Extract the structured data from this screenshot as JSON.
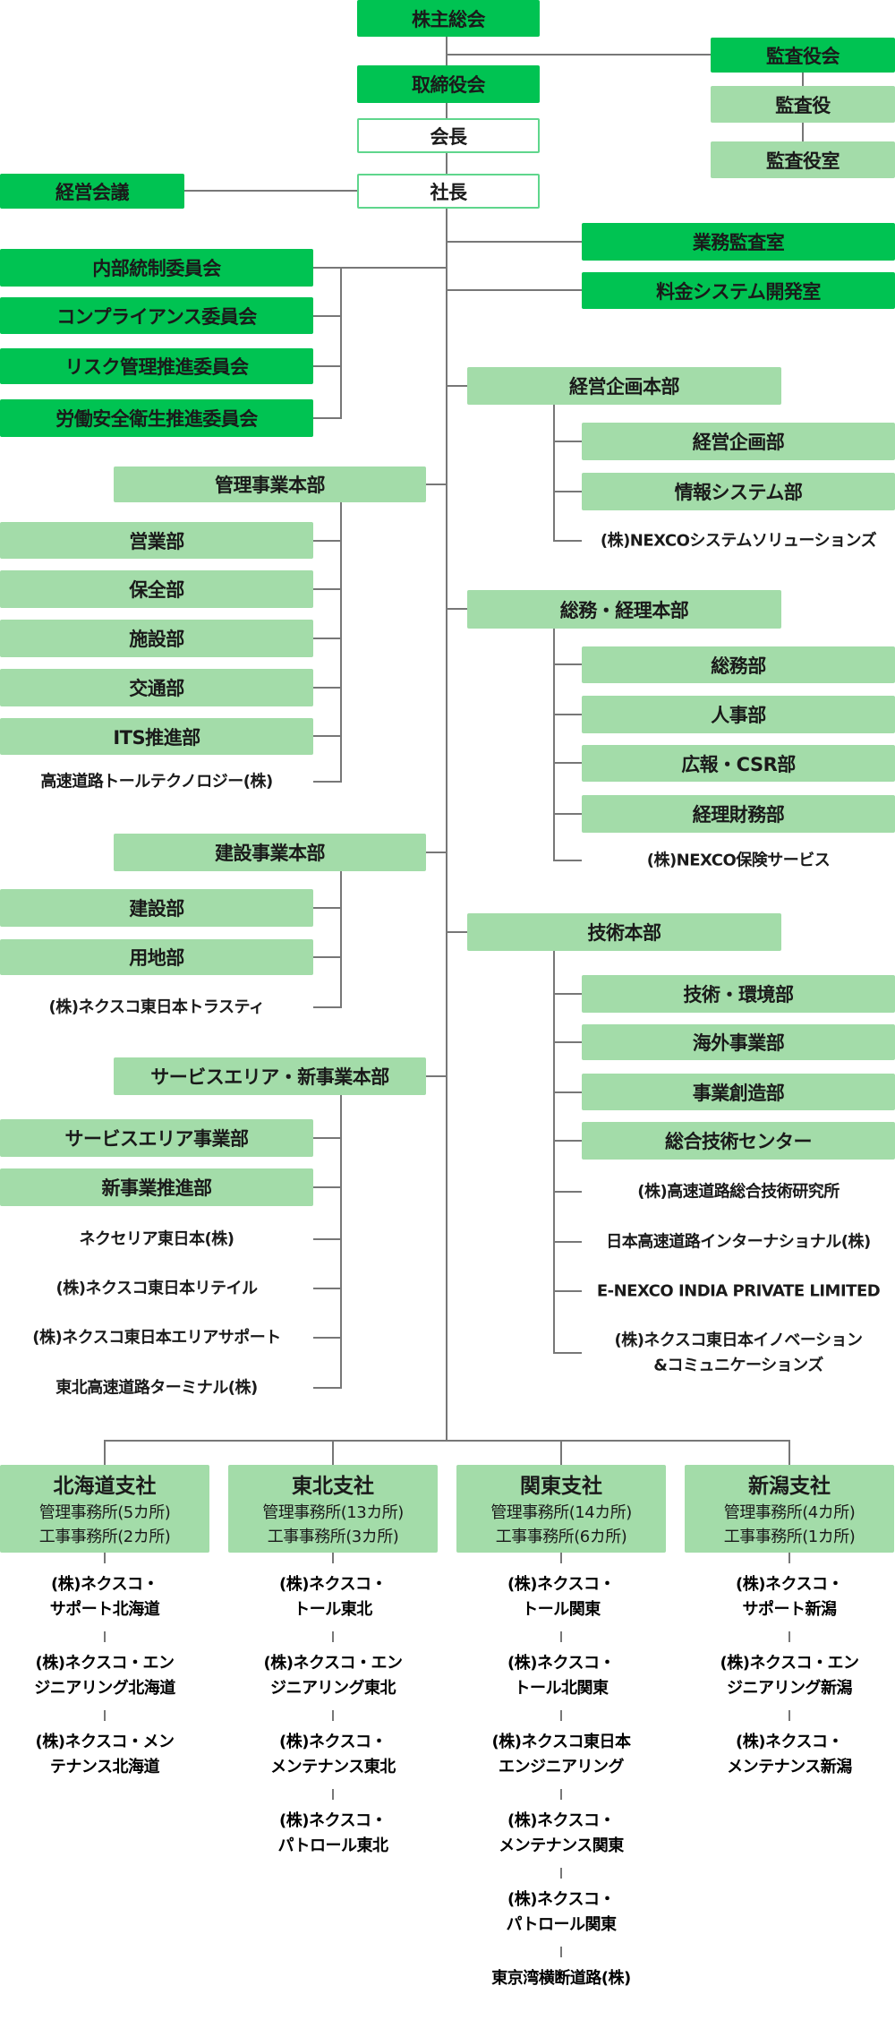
{
  "top": {
    "shareholders": "株主総会",
    "board": "取締役会",
    "chairman": "会長",
    "president": "社長",
    "mgmt_council": "経営会議"
  },
  "audit": {
    "board": "監査役会",
    "auditor": "監査役",
    "office": "監査役室"
  },
  "staff": [
    "業務監査室",
    "料金システム開発室"
  ],
  "committees": [
    "内部統制委員会",
    "コンプライアンス委員会",
    "リスク管理推進委員会",
    "労働安全衛生推進委員会"
  ],
  "kanri": {
    "name": "管理事業本部",
    "depts": [
      "営業部",
      "保全部",
      "施設部",
      "交通部",
      "ITS推進部"
    ],
    "companies": [
      "高速道路トールテクノロジー(株)"
    ]
  },
  "kensetsu": {
    "name": "建設事業本部",
    "depts": [
      "建設部",
      "用地部"
    ],
    "companies": [
      "(株)ネクスコ東日本トラスティ"
    ]
  },
  "sa": {
    "name": "サービスエリア・新事業本部",
    "depts": [
      "サービスエリア事業部",
      "新事業推進部"
    ],
    "companies": [
      "ネクセリア東日本(株)",
      "(株)ネクスコ東日本リテイル",
      "(株)ネクスコ東日本エリアサポート",
      "東北高速道路ターミナル(株)"
    ]
  },
  "kikaku": {
    "name": "経営企画本部",
    "depts": [
      "経営企画部",
      "情報システム部"
    ],
    "companies": [
      "(株)NEXCOシステムソリューションズ"
    ]
  },
  "somu": {
    "name": "総務・経理本部",
    "depts": [
      "総務部",
      "人事部",
      "広報・CSR部",
      "経理財務部"
    ],
    "companies": [
      "(株)NEXCO保険サービス"
    ]
  },
  "gijutsu": {
    "name": "技術本部",
    "depts": [
      "技術・環境部",
      "海外事業部",
      "事業創造部",
      "総合技術センター"
    ],
    "companies": [
      "(株)高速道路総合技術研究所",
      "日本高速道路インターナショナル(株)",
      "E-NEXCO INDIA PRIVATE LIMITED",
      "(株)ネクスコ東日本イノベーション",
      "&コミュニケーションズ"
    ]
  },
  "branches": [
    {
      "name": "北海道支社",
      "offices1": "管理事務所(5カ所)",
      "offices2": "工事事務所(2カ所)",
      "companies": [
        [
          "(株)ネクスコ・",
          "サポート北海道"
        ],
        [
          "(株)ネクスコ・エン",
          "ジニアリング北海道"
        ],
        [
          "(株)ネクスコ・メン",
          "テナンス北海道"
        ]
      ]
    },
    {
      "name": "東北支社",
      "offices1": "管理事務所(13カ所)",
      "offices2": "工事事務所(3カ所)",
      "companies": [
        [
          "(株)ネクスコ・",
          "トール東北"
        ],
        [
          "(株)ネクスコ・エン",
          "ジニアリング東北"
        ],
        [
          "(株)ネクスコ・",
          "メンテナンス東北"
        ],
        [
          "(株)ネクスコ・",
          "パトロール東北"
        ]
      ]
    },
    {
      "name": "関東支社",
      "offices1": "管理事務所(14カ所)",
      "offices2": "工事事務所(6カ所)",
      "companies": [
        [
          "(株)ネクスコ・",
          "トール関東"
        ],
        [
          "(株)ネクスコ・",
          "トール北関東"
        ],
        [
          "(株)ネクスコ東日本",
          "エンジニアリング"
        ],
        [
          "(株)ネクスコ・",
          "メンテナンス関東"
        ],
        [
          "(株)ネクスコ・",
          "パトロール関東"
        ],
        [
          "東京湾横断道路(株)",
          ""
        ]
      ]
    },
    {
      "name": "新潟支社",
      "offices1": "管理事務所(4カ所)",
      "offices2": "工事事務所(1カ所)",
      "companies": [
        [
          "(株)ネクスコ・",
          "サポート新潟"
        ],
        [
          "(株)ネクスコ・エン",
          "ジニアリング新潟"
        ],
        [
          "(株)ネクスコ・",
          "メンテナンス新潟"
        ]
      ]
    }
  ],
  "colors": {
    "dark": "#00c352",
    "light": "#a3dca9",
    "line": "#777777"
  }
}
